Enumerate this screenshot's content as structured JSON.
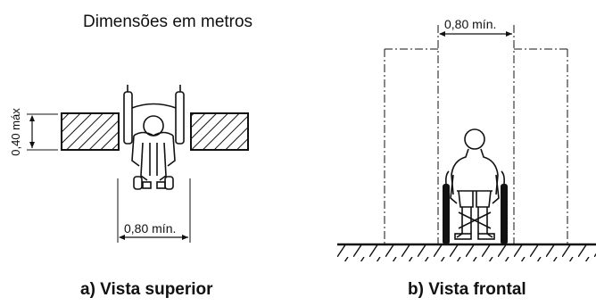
{
  "header": {
    "units_note": "Dimensões em metros"
  },
  "top_view": {
    "depth_dimension": "0,40 máx",
    "width_dimension": "0,80 mín.",
    "caption": "a) Vista superior"
  },
  "front_view": {
    "width_dimension": "0,80 mín.",
    "caption": "b) Vista frontal"
  },
  "colors": {
    "ink": "#111111",
    "background": "#ffffff"
  }
}
